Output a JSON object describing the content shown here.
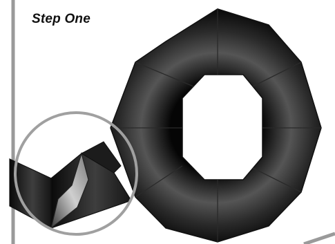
{
  "diagram": {
    "step_title": "Step One",
    "subject": "octagonal-ring",
    "detail_callout": "folded-corner-tab",
    "colors": {
      "background": "#ffffff",
      "frame_line": "#9a9a9a",
      "ring_fill_dark": "#0d0d0d",
      "ring_fill_light": "#5a5a5a",
      "fold_highlight": "#bdbdbd",
      "callout_circle": "#a0a0a0",
      "edge_stroke": "#1a1a1a"
    }
  }
}
